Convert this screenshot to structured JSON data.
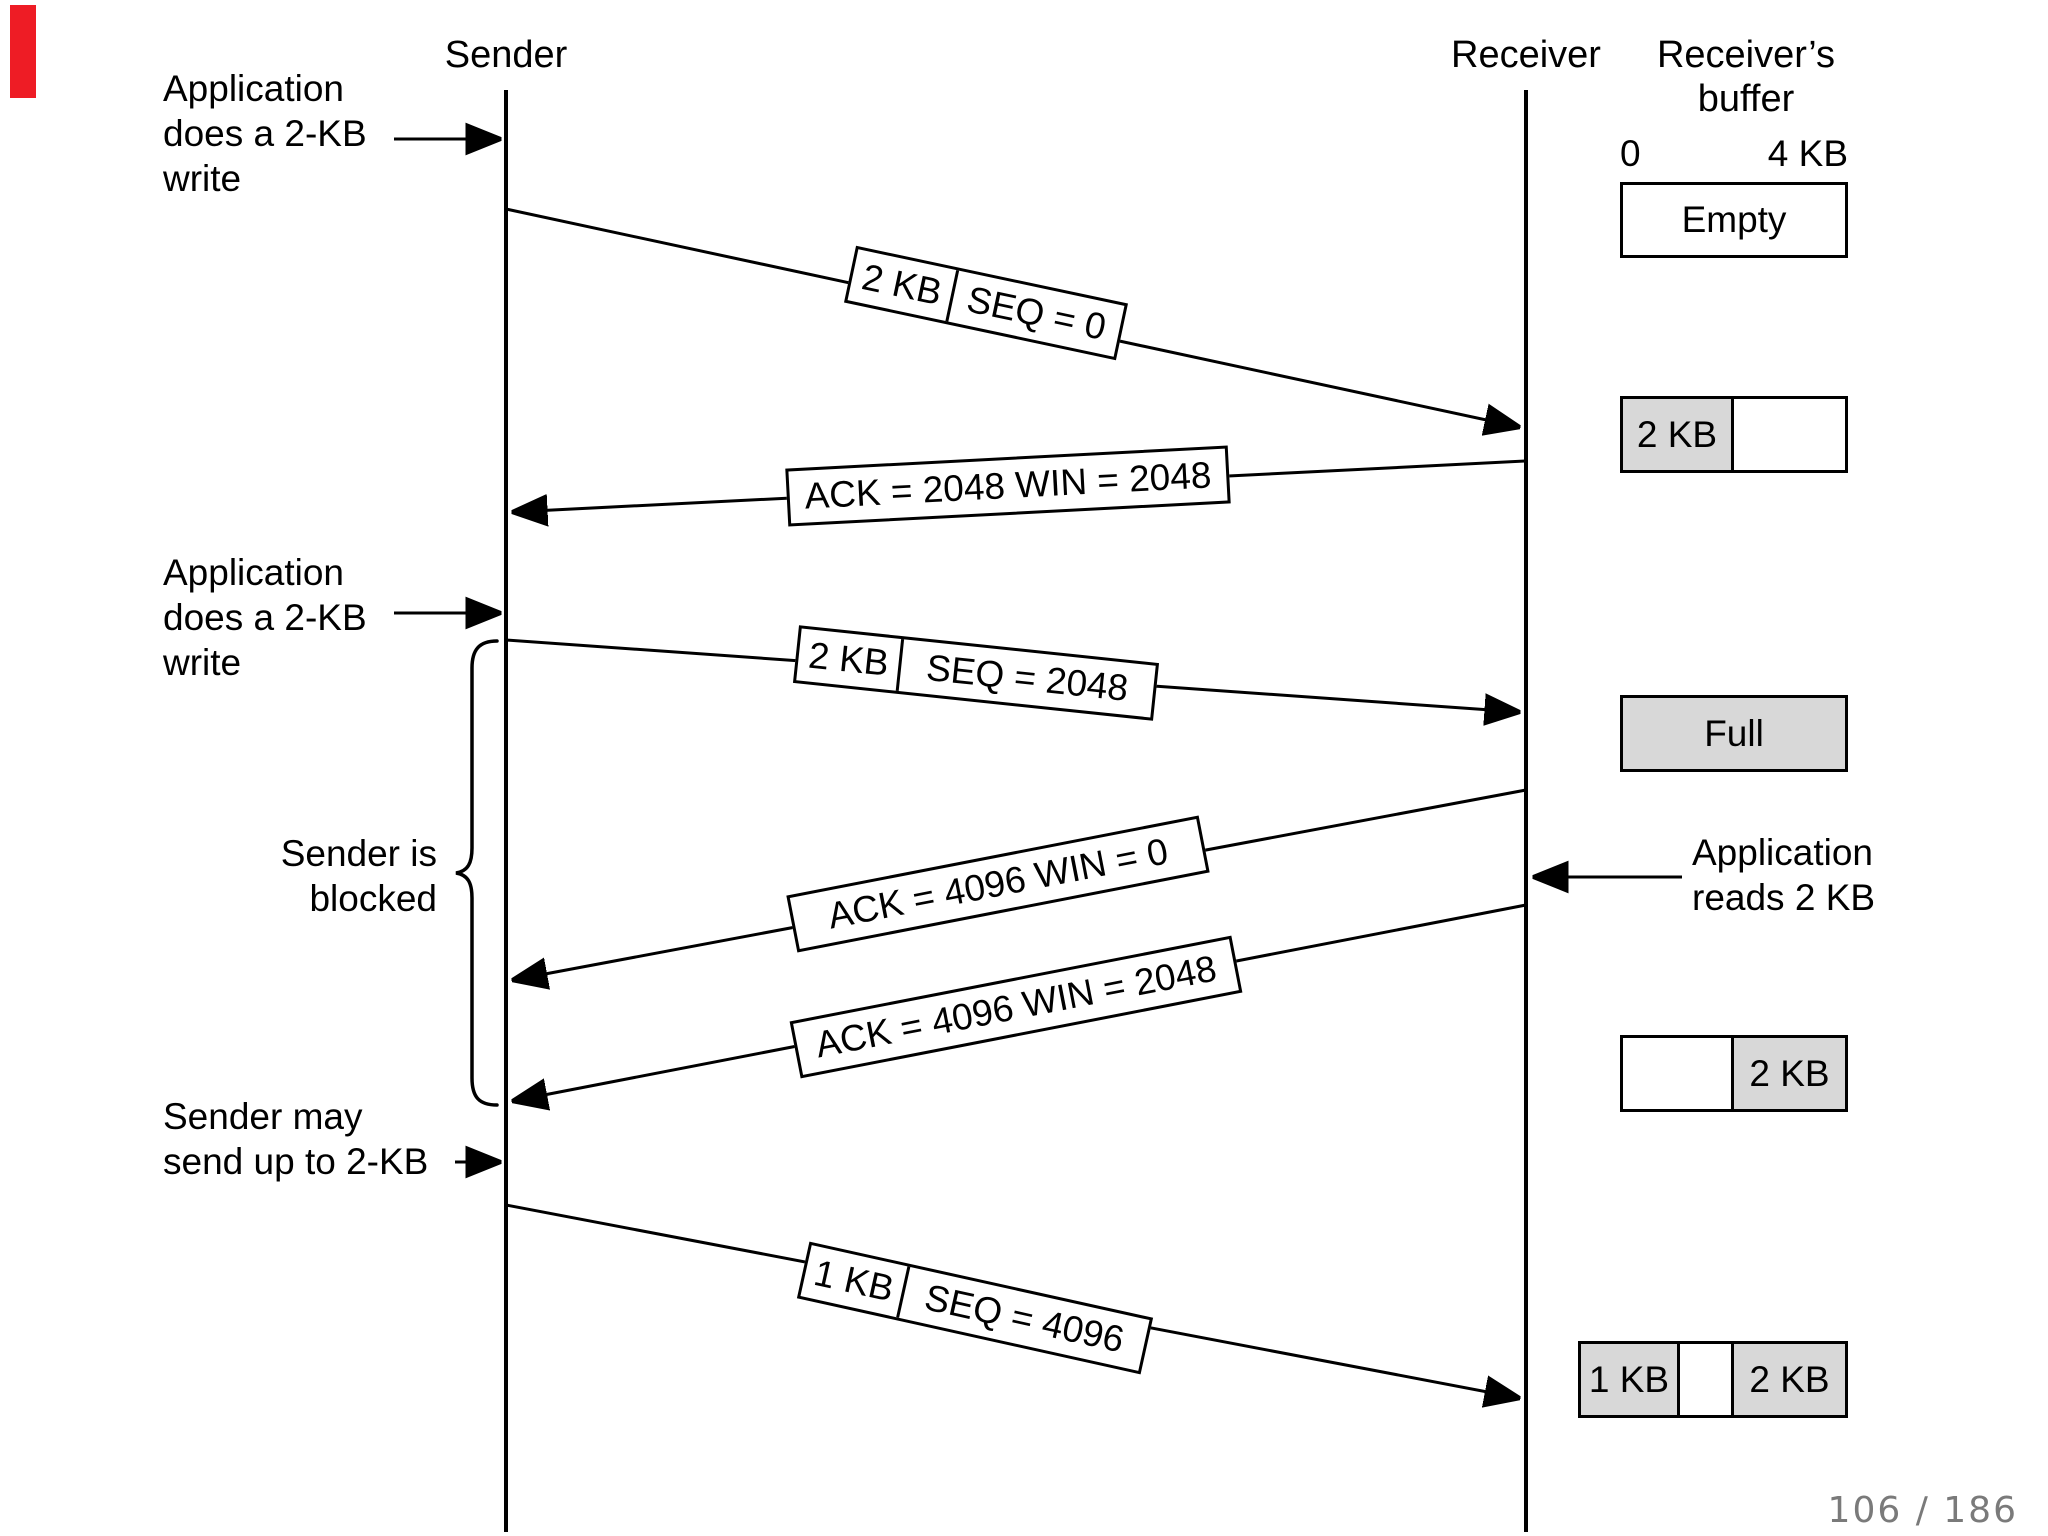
{
  "colors": {
    "ink": "#000000",
    "accent-red": "#ee1c25",
    "buffer-fill": "#d8d8d8",
    "page-color": "#7a7a7a",
    "bg": "#ffffff"
  },
  "header": {
    "sender": "Sender",
    "receiver": "Receiver",
    "buffer_title_1": "Receiver’s",
    "buffer_title_2": "buffer"
  },
  "annotations": {
    "app_write_1": {
      "l1": "Application",
      "l2": "does a 2-KB",
      "l3": "write"
    },
    "app_write_2": {
      "l1": "Application",
      "l2": "does a 2-KB",
      "l3": "write"
    },
    "sender_blocked": {
      "l1": "Sender is",
      "l2": "blocked"
    },
    "sender_may": {
      "l1": "Sender may",
      "l2": "send up to 2-KB"
    },
    "app_reads": {
      "l1": "Application",
      "l2": "reads 2 KB"
    }
  },
  "messages": {
    "seq0": {
      "size": "2 KB",
      "info": "SEQ = 0"
    },
    "ack2048": {
      "text": "ACK = 2048 WIN = 2048"
    },
    "seq2048": {
      "size": "2 KB",
      "info": "SEQ = 2048"
    },
    "ack4096_win0": {
      "text": "ACK = 4096 WIN = 0"
    },
    "ack4096_win2048": {
      "text": "ACK = 4096 WIN = 2048"
    },
    "seq4096": {
      "size": "1 KB",
      "info": "SEQ = 4096"
    }
  },
  "buffer": {
    "scale_start": "0",
    "scale_end": "4 KB",
    "state_empty": {
      "label": "Empty"
    },
    "state_after_first_write": {
      "left": "2 KB"
    },
    "state_full": {
      "label": "Full"
    },
    "state_after_read": {
      "right": "2 KB"
    },
    "state_final": {
      "left": "1 KB",
      "right": "2 KB"
    }
  },
  "footer": {
    "page_indicator": "106 / 186"
  }
}
